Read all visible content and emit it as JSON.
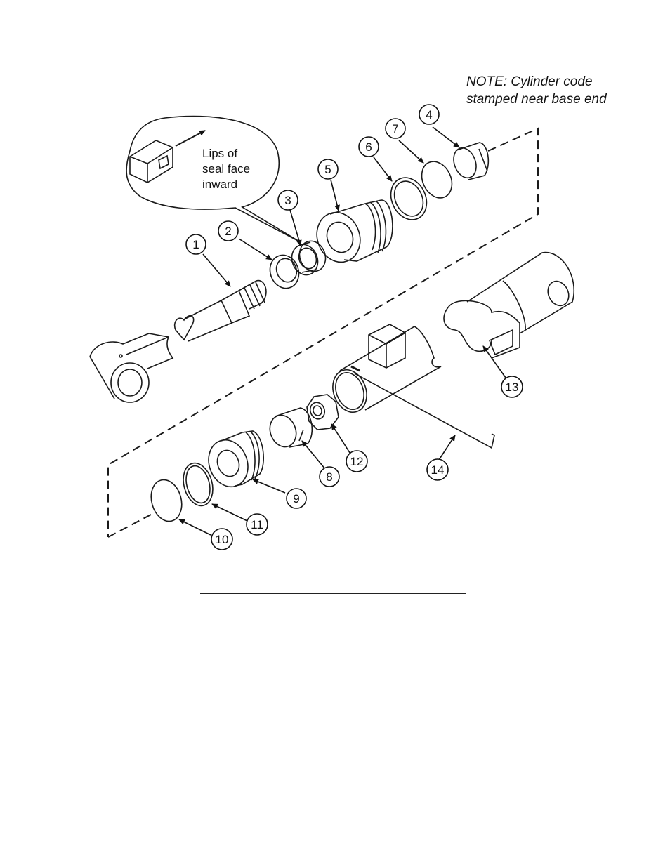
{
  "note": {
    "line1": "NOTE: Cylinder code",
    "line2": "stamped near base end"
  },
  "callout": {
    "line1": "Lips of",
    "line2": "seal face",
    "line3": "inward"
  },
  "parts": [
    {
      "number": "1"
    },
    {
      "number": "2"
    },
    {
      "number": "3"
    },
    {
      "number": "4"
    },
    {
      "number": "5"
    },
    {
      "number": "6"
    },
    {
      "number": "7"
    },
    {
      "number": "8"
    },
    {
      "number": "9"
    },
    {
      "number": "10"
    },
    {
      "number": "11"
    },
    {
      "number": "12"
    },
    {
      "number": "13"
    },
    {
      "number": "14"
    }
  ]
}
